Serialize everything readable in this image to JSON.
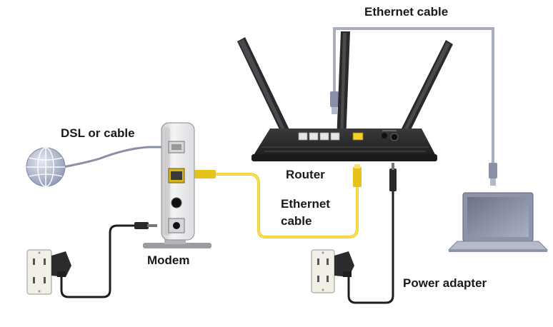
{
  "labels": {
    "ethernet_cable_top": "Ethernet cable",
    "dsl_or_cable": "DSL or cable",
    "router": "Router",
    "ethernet_cable_mid_line1": "Ethernet",
    "ethernet_cable_mid_line2": "cable",
    "modem": "Modem",
    "power_adapter": "Power adapter"
  },
  "colors": {
    "ethernet_cable_lan": "#8a8fa8",
    "ethernet_cable_wan": "#f2cf2a",
    "power_cable": "#1e1e1e",
    "dsl_cable": "#8a8fa8",
    "router_body": "#2e2e30",
    "modem_body": "#ececee",
    "laptop_body": "#9aa0b4",
    "globe": "#9aa6bd"
  },
  "icons": [
    "globe-icon",
    "modem-icon",
    "router-icon",
    "laptop-icon",
    "wall-outlet-icon",
    "power-adapter-icon"
  ]
}
